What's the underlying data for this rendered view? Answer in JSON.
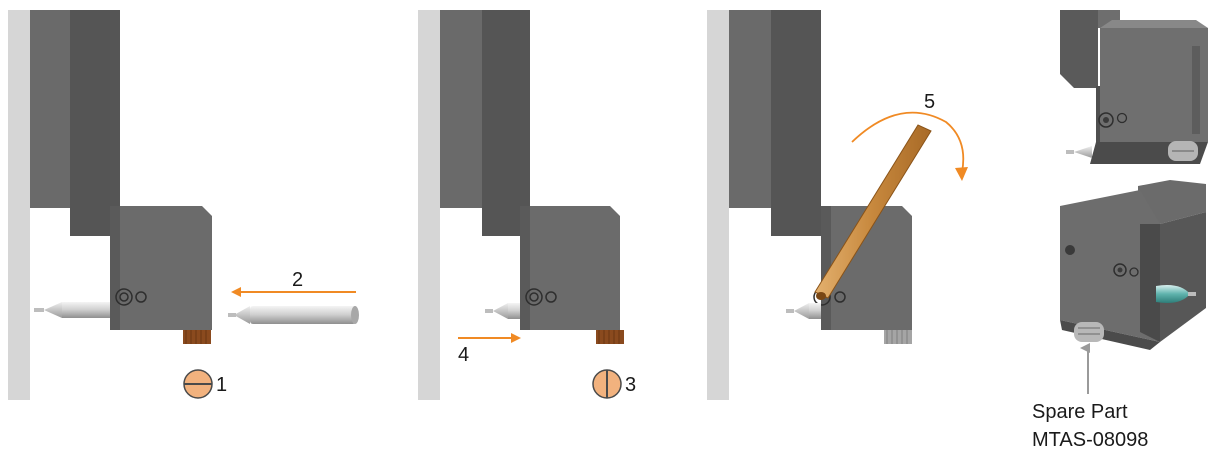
{
  "steps": {
    "one": "1",
    "two": "2",
    "three": "3",
    "four": "4",
    "five": "5"
  },
  "spare_part": {
    "line1": "Spare Part",
    "line2": "MTAS-08098"
  },
  "colors": {
    "arrow": "#f08a24",
    "screw_fill": "#f2b27e",
    "wall": "#d6d6d6",
    "body_dark": "#5e5e5e",
    "body_mid": "#767676",
    "knurl": "#8a4a1e",
    "rod": "#c9a06a"
  },
  "icons": {
    "screw_horizontal": "slotted-screw-horizontal-icon",
    "screw_vertical": "slotted-screw-vertical-icon"
  }
}
